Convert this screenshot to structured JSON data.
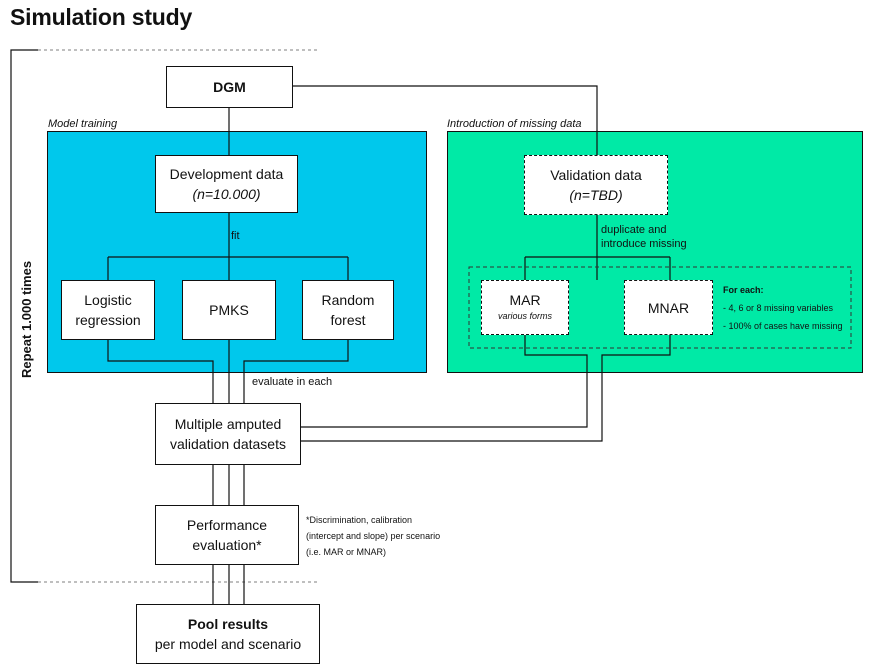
{
  "title": "Simulation study",
  "repeat_label": "Repeat 1.000 times",
  "nodes": {
    "dgm": "DGM",
    "development": {
      "line1": "Development data",
      "line2": "(n=10.000)"
    },
    "logistic": {
      "line1": "Logistic",
      "line2": "regression"
    },
    "pmks": "PMKS",
    "random_forest": {
      "line1": "Random",
      "line2": "forest"
    },
    "validation": {
      "line1": "Validation data",
      "line2": "(n=TBD)"
    },
    "mar": {
      "line1": "MAR",
      "line2": "various forms"
    },
    "mnar": "MNAR",
    "amputed": {
      "line1": "Multiple amputed",
      "line2": "validation datasets"
    },
    "performance": {
      "line1": "Performance",
      "line2": "evaluation*"
    },
    "pool": {
      "line1": "Pool results",
      "line2": "per model and scenario"
    }
  },
  "panels": {
    "model_training": "Model training",
    "missing_data": "Introduction of missing data"
  },
  "edge_labels": {
    "fit": "fit",
    "duplicate_1": "duplicate and",
    "duplicate_2": "introduce missing",
    "evaluate": "evaluate in each"
  },
  "for_each": {
    "heading": "For each:",
    "item1": "- 4, 6 or 8 missing variables",
    "item2": "- 100% of cases have missing"
  },
  "footnote": {
    "line1": "*Discrimination, calibration",
    "line2": "(intercept and slope) per scenario",
    "line3": "(i.e. MAR or MNAR)"
  },
  "colors": {
    "model_training_panel": "#00c8ec",
    "missing_data_panel": "#00eaa6"
  }
}
